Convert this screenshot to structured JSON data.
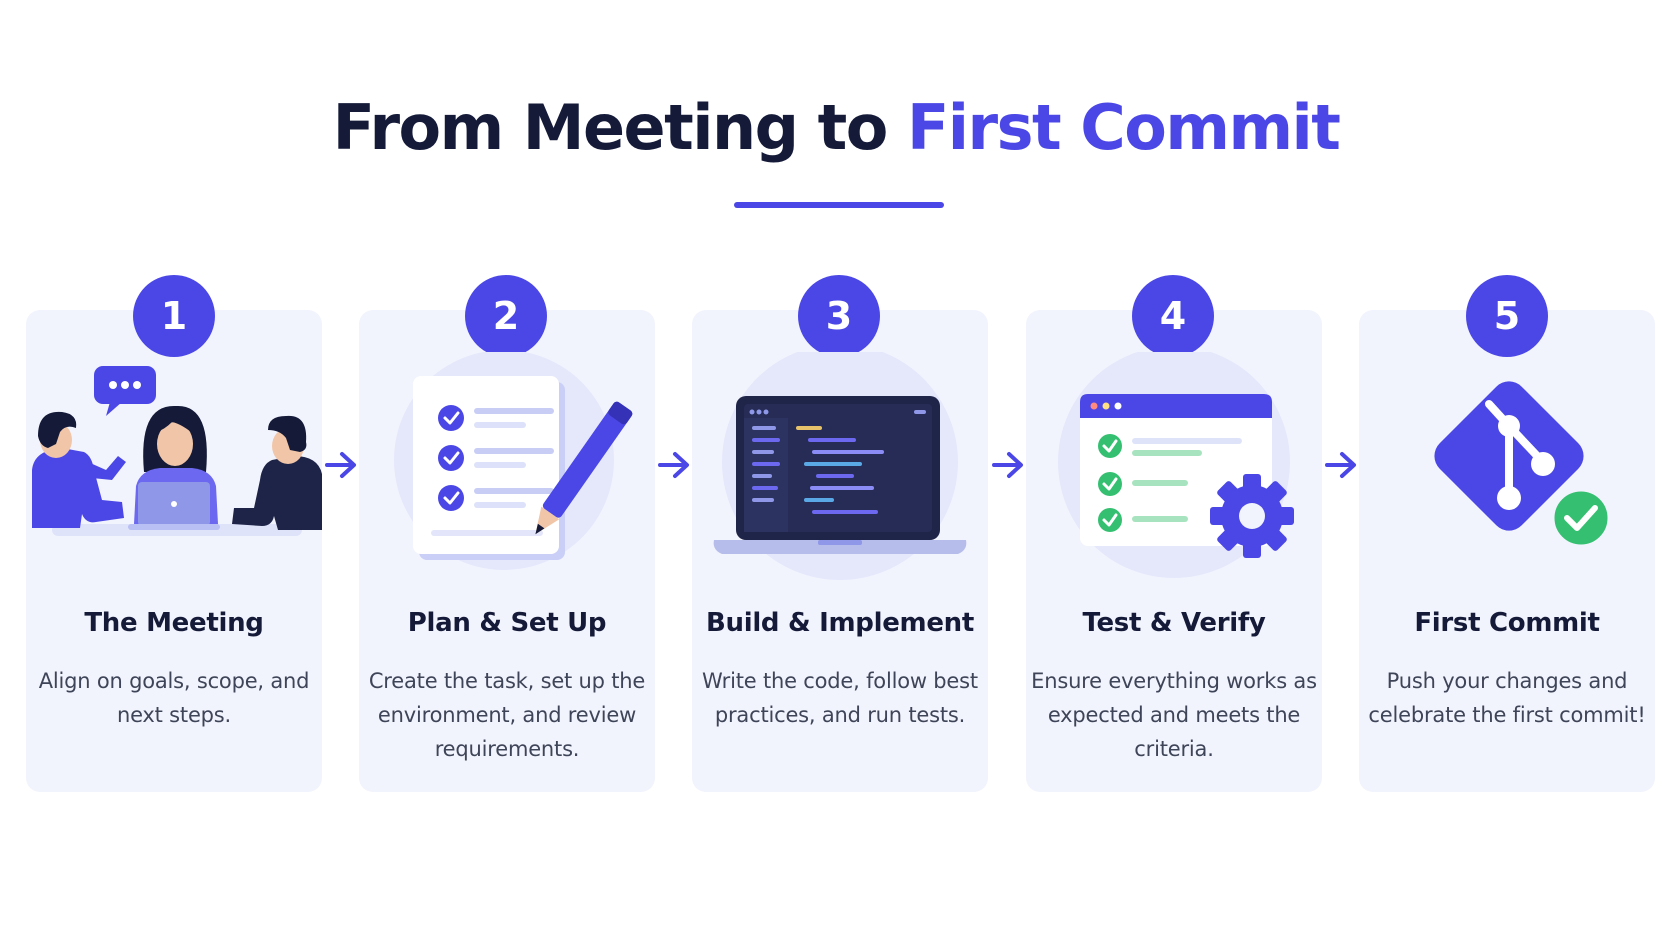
{
  "title": {
    "part1": "From Meeting to",
    "part2": "First Commit"
  },
  "colors": {
    "accent": "#4b47e6",
    "card_bg": "#f2f4fd",
    "title_dark": "#141a38",
    "body_text": "#3f4558",
    "check_green": "#35c071"
  },
  "steps": [
    {
      "number": "1",
      "title": "The Meeting",
      "desc": "Align on goals, scope, and next steps.",
      "icon": "team-meeting-icon"
    },
    {
      "number": "2",
      "title": "Plan & Set Up",
      "desc": "Create the task, set up the environment, and review requirements.",
      "icon": "checklist-pencil-icon"
    },
    {
      "number": "3",
      "title": "Build & Implement",
      "desc": "Write the code, follow best practices, and run tests.",
      "icon": "laptop-code-icon"
    },
    {
      "number": "4",
      "title": "Test & Verify",
      "desc": "Ensure everything works as expected and meets the criteria.",
      "icon": "test-window-gear-icon"
    },
    {
      "number": "5",
      "title": "First Commit",
      "desc": "Push your changes and celebrate the first commit!",
      "icon": "git-commit-icon"
    }
  ],
  "connector_icon": "arrow-right-icon"
}
